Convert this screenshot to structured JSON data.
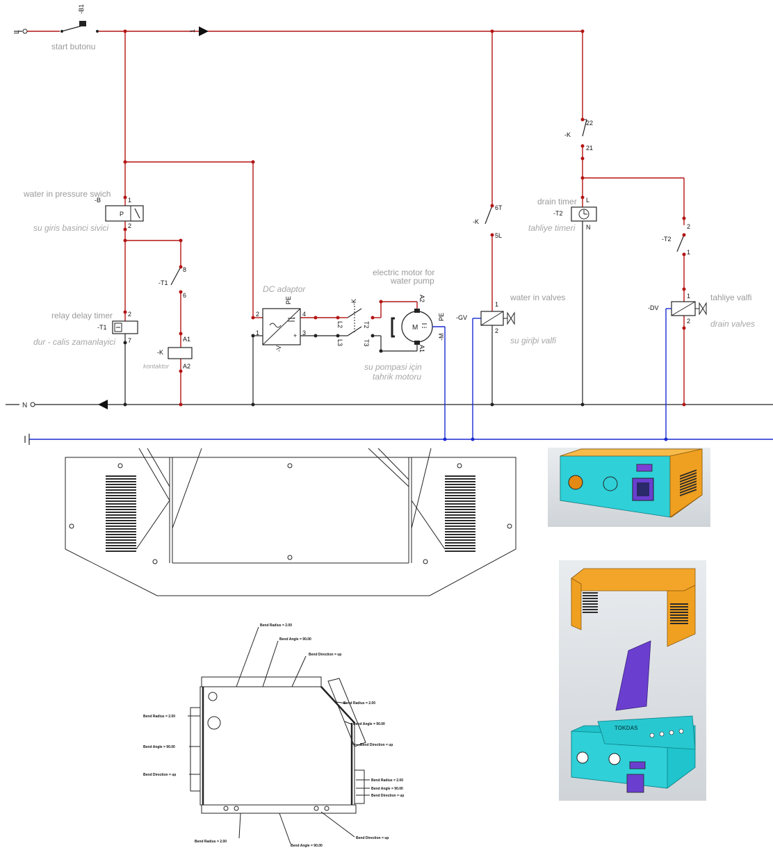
{
  "schematic": {
    "line_L": "L",
    "line_N": "N",
    "wire_number": "1",
    "B1": {
      "tag": "-B1",
      "label": "start butonu"
    },
    "B": {
      "tag": "-B",
      "symbol": "P",
      "pin_top": "1",
      "pin_bottom": "2",
      "label_en": "water in pressure swich",
      "label_tr": "su giris basinci sivici"
    },
    "T1": {
      "tag": "-T1",
      "pin_top": "2",
      "pin_bottom": "7",
      "label_en": "relay delay timer",
      "label_tr": "dur - calis zamanlayici",
      "contact_top": "8",
      "contact_bottom": "6"
    },
    "K_coil": {
      "tag": "-K",
      "pin_top": "A1",
      "pin_bottom": "A2",
      "label": "kontaktor"
    },
    "adaptor": {
      "tag": "-V",
      "label": "DC adaptor",
      "pins": [
        "2",
        "1",
        "4",
        "3",
        "PE"
      ],
      "plus": "+",
      "minus": "-"
    },
    "K_contacts": {
      "tag": "-K",
      "pins": [
        "L2",
        "L3",
        "T2",
        "T3"
      ]
    },
    "motor": {
      "tag": "-M",
      "label_en_1": "electric motor for",
      "label_en_2": "water pump",
      "label_tr_1": "su pompasi için",
      "label_tr_2": "tahrik motoru",
      "pins": [
        "A2",
        "A1",
        "PE"
      ],
      "symbol": "M"
    },
    "K_6T": {
      "tag": "-K",
      "pin_top": "6T",
      "pin_bottom": "5L"
    },
    "GV": {
      "tag": "-GV",
      "pin_top": "1",
      "pin_bottom": "2",
      "label_en": "water in valves",
      "label_tr": "su giriþi valfi"
    },
    "K_22": {
      "tag": "-K",
      "pin_top": "22",
      "pin_bottom": "21"
    },
    "T2_timer": {
      "tag": "-T2",
      "pin_top": "L",
      "pin_bottom": "N",
      "label_en": "drain timer",
      "label_tr": "tahliye timeri"
    },
    "T2_contact": {
      "tag": "-T2",
      "pin_top": "2",
      "pin_bottom": "1"
    },
    "DV": {
      "tag": "-DV",
      "pin_top": "1",
      "pin_bottom": "2",
      "label_tr": "tahliye valfi",
      "label_en": "drain valves"
    }
  },
  "flat_pattern": {
    "bend_radius": "Bend Radius = 2.00",
    "bend_angle": "Bend Angle = 90.00",
    "bend_direction": "Bend Direction = up"
  },
  "box_3d": {
    "brand": "TOKDAS"
  },
  "colors": {
    "wire_red": "#b41414",
    "wire_blue": "#1a2ad0",
    "box_cyan": "#2fd0d8",
    "box_orange": "#f3a52a",
    "panel_purple": "#6a3fcf"
  }
}
